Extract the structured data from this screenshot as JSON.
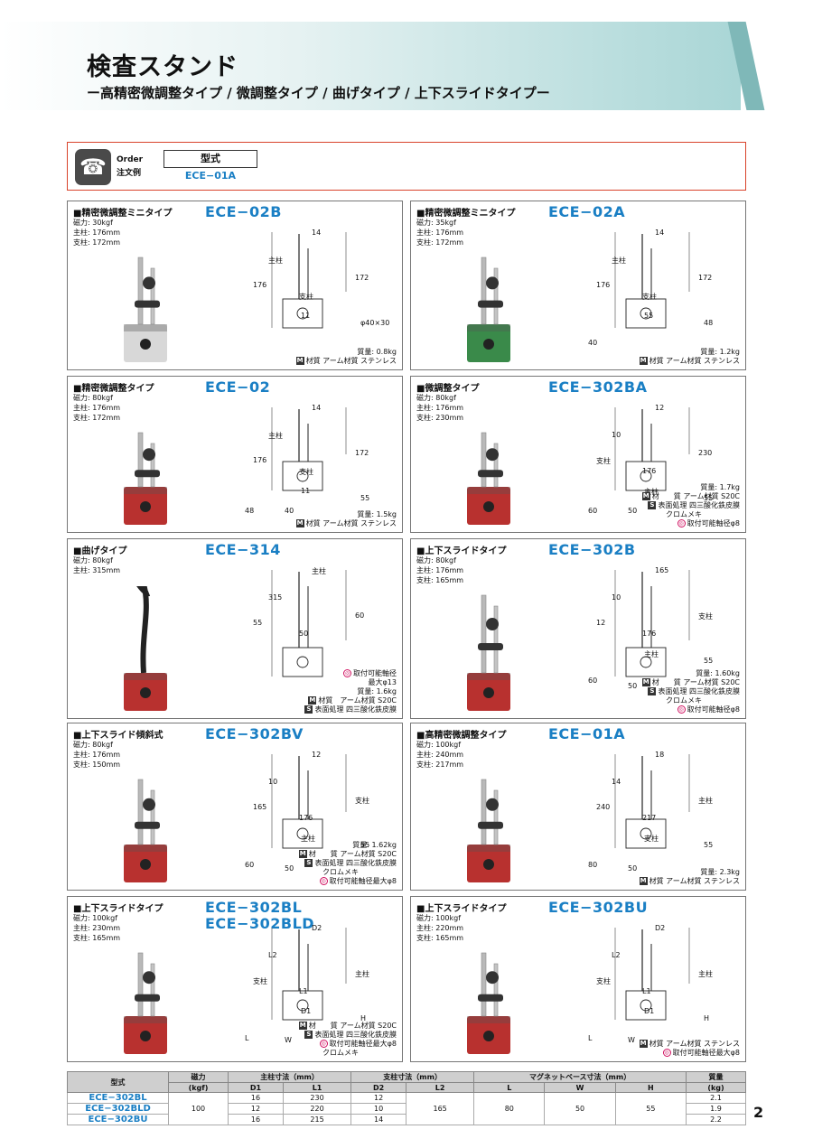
{
  "header": {
    "title": "検査スタンド",
    "subtitle": "ー高精密微調整タイプ / 微調整タイプ / 曲げタイプ / 上下スライドタイプー"
  },
  "order": {
    "label_en": "Order",
    "label_ja": "注文例",
    "field_label": "型式",
    "example_model": "ECE−01A"
  },
  "panels": [
    {
      "type_label": "■精密微調整ミニタイプ",
      "specs": [
        "磁力: 30kgf",
        "主柱: 176mm",
        "支柱: 172mm"
      ],
      "model": "ECE−02B",
      "model2": "",
      "notes": [
        "質量: 0.8kg",
        "材質 アーム材質 ステンレス"
      ],
      "dims": [
        "14",
        "主柱",
        "176",
        "172",
        "支柱",
        "11",
        "φ40×30"
      ]
    },
    {
      "type_label": "■精密微調整ミニタイプ",
      "specs": [
        "磁力: 35kgf",
        "主柱: 176mm",
        "支柱: 172mm"
      ],
      "model": "ECE−02A",
      "model2": "",
      "notes": [
        "質量: 1.2kg",
        "材質 アーム材質 ステンレス"
      ],
      "dims": [
        "14",
        "主柱",
        "176",
        "172",
        "支柱",
        "55",
        "48",
        "40"
      ]
    },
    {
      "type_label": "■精密微調整タイプ",
      "specs": [
        "磁力: 80kgf",
        "主柱: 176mm",
        "支柱: 172mm"
      ],
      "model": "ECE−02",
      "model2": "",
      "notes": [
        "質量: 1.5kg",
        "材質 アーム材質 ステンレス"
      ],
      "dims": [
        "14",
        "主柱",
        "176",
        "172",
        "支柱",
        "11",
        "55",
        "48",
        "40"
      ]
    },
    {
      "type_label": "■微調整タイプ",
      "specs": [
        "磁力: 80kgf",
        "主柱: 176mm",
        "支柱: 230mm"
      ],
      "model": "ECE−302BA",
      "model2": "",
      "notes": [
        "質量: 1.7kg",
        "材　　質 アーム材質 S20C",
        "表面処理 四三酸化鉄皮膜",
        "クロムメキ",
        "取付可能軸径φ8"
      ],
      "dims": [
        "12",
        "10",
        "支柱",
        "230",
        "176",
        "主柱",
        "55",
        "60",
        "50"
      ]
    },
    {
      "type_label": "■曲げタイプ",
      "specs": [
        "磁力: 80kgf",
        "主柱: 315mm"
      ],
      "model": "ECE−314",
      "model2": "",
      "notes": [
        "取付可能軸径",
        "最大φ13",
        "質量: 1.6kg",
        "材質　アーム材質 S20C",
        "表面処理 四三酸化鉄皮膜"
      ],
      "dims": [
        "主柱",
        "315",
        "55",
        "60",
        "50"
      ]
    },
    {
      "type_label": "■上下スライドタイプ",
      "specs": [
        "磁力: 80kgf",
        "主柱: 176mm",
        "支柱: 165mm"
      ],
      "model": "ECE−302B",
      "model2": "",
      "notes": [
        "質量: 1.60kg",
        "材　　質 アーム材質 S20C",
        "表面処理 四三酸化鉄皮膜",
        "クロムメキ",
        "取付可能軸径φ8"
      ],
      "dims": [
        "165",
        "10",
        "12",
        "支柱",
        "176",
        "主柱",
        "55",
        "60",
        "50"
      ]
    },
    {
      "type_label": "■上下スライド傾斜式",
      "specs": [
        "磁力: 80kgf",
        "主柱: 176mm",
        "支柱: 150mm"
      ],
      "model": "ECE−302BV",
      "model2": "",
      "notes": [
        "質量: 1.62kg",
        "材　　質 アーム材質 S20C",
        "表面処理 四三酸化鉄皮膜",
        "クロムメキ",
        "取付可能軸径最大φ8"
      ],
      "dims": [
        "12",
        "10",
        "165",
        "支柱",
        "176",
        "主柱",
        "55",
        "60",
        "50"
      ]
    },
    {
      "type_label": "■高精密微調整タイプ",
      "specs": [
        "磁力: 100kgf",
        "主柱: 240mm",
        "支柱: 217mm"
      ],
      "model": "ECE−01A",
      "model2": "",
      "notes": [
        "質量: 2.3kg",
        "材質 アーム材質 ステンレス"
      ],
      "dims": [
        "18",
        "14",
        "240",
        "主柱",
        "217",
        "支柱",
        "55",
        "80",
        "50"
      ]
    },
    {
      "type_label": "■上下スライドタイプ",
      "specs": [
        "磁力: 100kgf",
        "主柱: 230mm",
        "支柱: 165mm"
      ],
      "model": "ECE−302BL",
      "model2": "ECE−302BLD",
      "notes": [
        "材　　質 アーム材質 S20C",
        "表面処理 四三酸化鉄皮膜",
        "取付可能軸径最大φ8",
        "クロムメキ"
      ],
      "dims": [
        "D2",
        "L2",
        "支柱",
        "主柱",
        "L1",
        "D1",
        "H",
        "L",
        "W"
      ]
    },
    {
      "type_label": "■上下スライドタイプ",
      "specs": [
        "磁力: 100kgf",
        "主柱: 220mm",
        "支柱: 165mm"
      ],
      "model": "ECE−302BU",
      "model2": "",
      "notes": [
        "材質 アーム材質 ステンレス",
        "取付可能軸径最大φ8"
      ],
      "dims": [
        "D2",
        "L2",
        "支柱",
        "主柱",
        "L1",
        "D1",
        "H",
        "L",
        "W"
      ]
    }
  ],
  "table": {
    "headers_top": [
      "型式",
      "磁力",
      "主柱寸法（mm）",
      "支柱寸法（mm）",
      "マグネットベース寸法（mm）",
      "質量"
    ],
    "headers_sub": [
      "(kgf)",
      "D1",
      "L1",
      "D2",
      "L2",
      "L",
      "W",
      "H",
      "(kg)"
    ],
    "rows": [
      {
        "model": "ECE−302BL",
        "D1": "16",
        "L1": "230",
        "D2": "12",
        "mass": "2.1"
      },
      {
        "model": "ECE−302BLD",
        "D1": "12",
        "L1": "220",
        "D2": "10",
        "mass": "1.9"
      },
      {
        "model": "ECE−302BU",
        "D1": "16",
        "L1": "215",
        "D2": "14",
        "mass": "2.2"
      }
    ],
    "shared": {
      "force": "100",
      "L2": "165",
      "L": "80",
      "W": "50",
      "H": "55"
    }
  },
  "page_number": "2",
  "colors": {
    "accent": "#1a7fc4",
    "border_red": "#d9432b",
    "magnet_red": "#b8312f"
  }
}
